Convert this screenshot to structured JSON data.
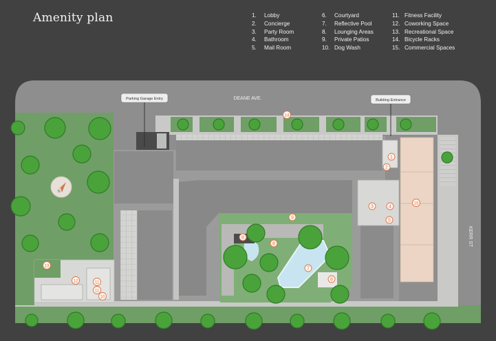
{
  "title": "Amenity plan",
  "legend": [
    {
      "num": "1.",
      "label": "Lobby"
    },
    {
      "num": "2.",
      "label": "Concierge"
    },
    {
      "num": "3.",
      "label": "Party Room"
    },
    {
      "num": "4.",
      "label": "Bathroom"
    },
    {
      "num": "5.",
      "label": "Mail Room"
    },
    {
      "num": "6.",
      "label": "Courtyard"
    },
    {
      "num": "7.",
      "label": "Reflective Pool"
    },
    {
      "num": "8.",
      "label": "Lounging Areas"
    },
    {
      "num": "9.",
      "label": "Private Patios"
    },
    {
      "num": "10.",
      "label": "Dog Wash"
    },
    {
      "num": "11.",
      "label": "Fitness Facility"
    },
    {
      "num": "12.",
      "label": "Coworking Space"
    },
    {
      "num": "13.",
      "label": "Recreational Space"
    },
    {
      "num": "14.",
      "label": "Bicycle Racks"
    },
    {
      "num": "15.",
      "label": "Commercial Spaces"
    }
  ],
  "map": {
    "street_north": "DEANE AVE.",
    "street_east": "KERR ST",
    "callout_parking": "Parking Garage Entry",
    "callout_entrance": "Building Entrance",
    "compass_label": "N",
    "markers": [
      "1",
      "2",
      "3",
      "4",
      "5",
      "7",
      "8",
      "8",
      "8",
      "9",
      "10",
      "11",
      "11",
      "12",
      "13",
      "14",
      "15"
    ]
  },
  "colors": {
    "background": "#414141",
    "road": "#8e8e8e",
    "grass": "#6f9e66",
    "building": "#9b9b9b",
    "marker": "#d9754a",
    "commercial": "#ecd5c4"
  }
}
